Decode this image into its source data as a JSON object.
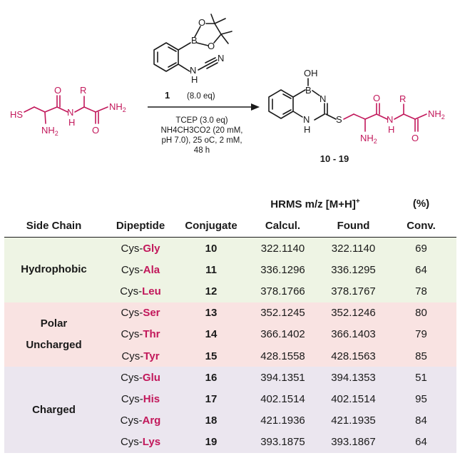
{
  "scheme": {
    "reagent": {
      "number": "1",
      "equiv": "(8.0 eq)"
    },
    "conditions": [
      "TCEP (3.0 eq)",
      "NH4CH3CO2 (20 mM,",
      "pH 7.0), 25 oC, 2 mM,",
      "48 h"
    ],
    "product_range": "10 - 19",
    "atoms": {
      "O": "O",
      "B": "B",
      "N": "N",
      "H": "H",
      "OH": "OH",
      "S": "S",
      "HS": "HS",
      "NH2": "NH2",
      "R": "R",
      "NH": "NH"
    }
  },
  "table": {
    "group_header": {
      "hrms": "HRMS m/z [M+H]",
      "hrms_sup": "+",
      "conv": "(%)"
    },
    "columns": [
      "Side Chain",
      "Dipeptide",
      "Conjugate",
      "Calcul.",
      "Found",
      "Conv."
    ],
    "groups": [
      {
        "name": [
          "Hydrophobic"
        ],
        "rows": [
          {
            "prefix": "Cys-",
            "aa": "Gly",
            "conj": "10",
            "calc": "322.1140",
            "found": "322.1140",
            "conv": "69"
          },
          {
            "prefix": "Cys-",
            "aa": "Ala",
            "conj": "11",
            "calc": "336.1296",
            "found": "336.1295",
            "conv": "64"
          },
          {
            "prefix": "Cys-",
            "aa": "Leu",
            "conj": "12",
            "calc": "378.1766",
            "found": "378.1767",
            "conv": "78"
          }
        ]
      },
      {
        "name": [
          "Polar",
          "Uncharged"
        ],
        "rows": [
          {
            "prefix": "Cys-",
            "aa": "Ser",
            "conj": "13",
            "calc": "352.1245",
            "found": "352.1246",
            "conv": "80"
          },
          {
            "prefix": "Cys-",
            "aa": "Thr",
            "conj": "14",
            "calc": "366.1402",
            "found": "366.1403",
            "conv": "79"
          },
          {
            "prefix": "Cys-",
            "aa": "Tyr",
            "conj": "15",
            "calc": "428.1558",
            "found": "428.1563",
            "conv": "85"
          }
        ]
      },
      {
        "name": [
          "Charged"
        ],
        "rows": [
          {
            "prefix": "Cys-",
            "aa": "Glu",
            "conj": "16",
            "calc": "394.1351",
            "found": "394.1353",
            "conv": "51"
          },
          {
            "prefix": "Cys-",
            "aa": "His",
            "conj": "17",
            "calc": "402.1514",
            "found": "402.1514",
            "conv": "95"
          },
          {
            "prefix": "Cys-",
            "aa": "Arg",
            "conj": "18",
            "calc": "421.1936",
            "found": "421.1935",
            "conv": "84"
          },
          {
            "prefix": "Cys-",
            "aa": "Lys",
            "conj": "19",
            "calc": "393.1875",
            "found": "393.1867",
            "conv": "64"
          }
        ]
      }
    ]
  }
}
